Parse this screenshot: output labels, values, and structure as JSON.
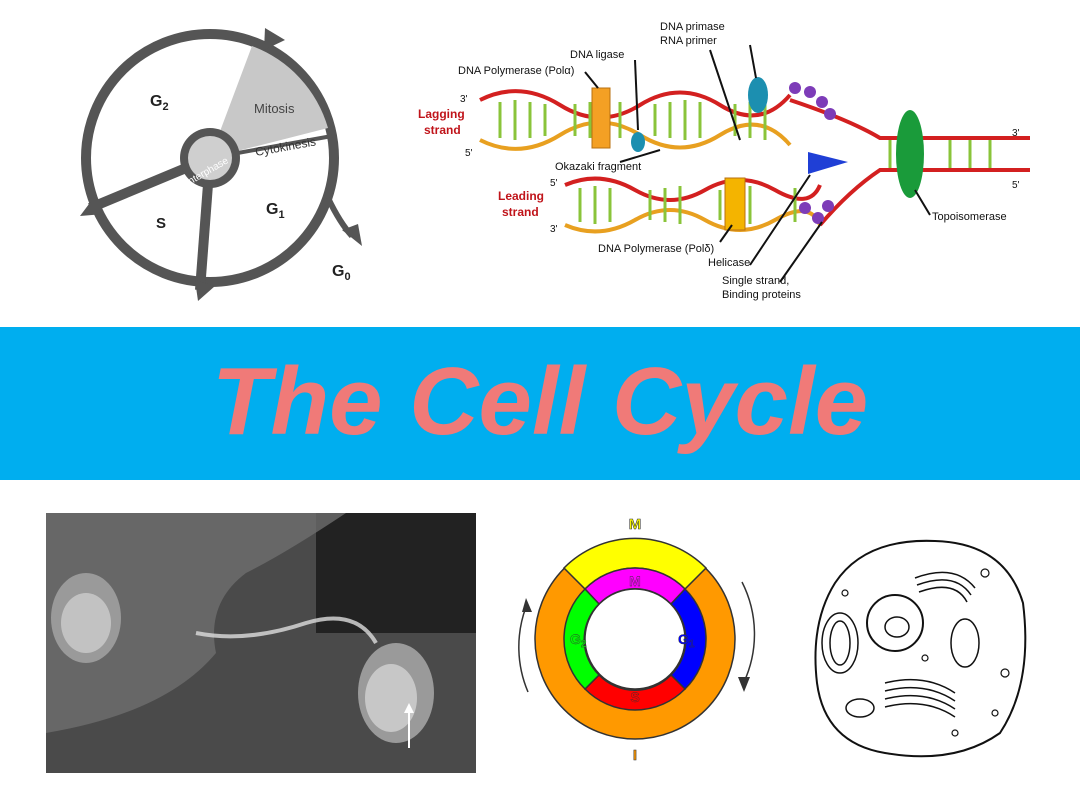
{
  "title": "The Cell Cycle",
  "cycle_diagram": {
    "g2": "G",
    "g2_sub": "2",
    "mitosis": "Mitosis",
    "cytokinesis": "Cytokinesis",
    "interphase": "Interphase",
    "s": "S",
    "g1": "G",
    "g1_sub": "1",
    "g0": "G",
    "g0_sub": "0"
  },
  "dna_diagram": {
    "dna_primase": "DNA primase",
    "rna_primer": "RNA primer",
    "dna_ligase": "DNA ligase",
    "pol_alpha": "DNA Polymerase (Polα)",
    "prime_3_top": "3'",
    "lagging": "Lagging",
    "strand_1": "strand",
    "prime_5_left": "5'",
    "okazaki": "Okazaki fragment",
    "prime_5_lead": "5'",
    "leading": "Leading",
    "strand_2": "strand",
    "prime_3_lead": "3'",
    "pol_delta": "DNA Polymerase (Polδ)",
    "helicase": "Helicase",
    "ssb_1": "Single strand,",
    "ssb_2": "Binding proteins",
    "topoisomerase": "Topoisomerase",
    "prime_3_right": "3'",
    "prime_5_right": "5'"
  },
  "colored_cycle": {
    "m_outer": "M",
    "m_inner": "M",
    "g2": "G",
    "g2_sub": "2",
    "g1": "G",
    "g1_sub": "1",
    "s": "S",
    "i_outer": "I",
    "colors": {
      "outer_m": "#ffff00",
      "outer_i": "#ff9900",
      "inner_m": "#ff00ff",
      "inner_g1": "#0000ff",
      "inner_s": "#ff0000",
      "inner_g2": "#00ff00"
    }
  },
  "colors": {
    "banner": "#00aeef",
    "title": "#f07a78"
  }
}
